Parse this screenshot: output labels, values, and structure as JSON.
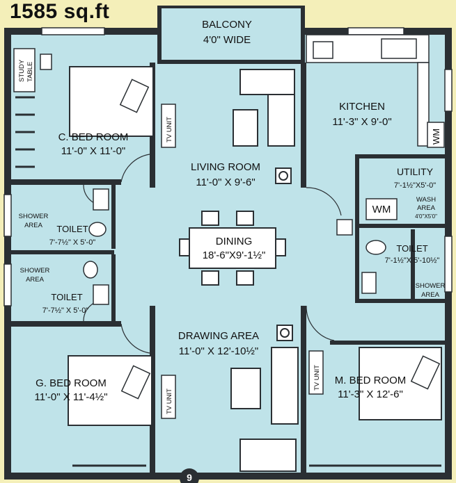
{
  "plan": {
    "area_label": "1585 sq.ft",
    "colors": {
      "floor": "#bfe3e9",
      "wall": "#2a2f33",
      "background": "#f4efb9",
      "furniture": "#ffffff"
    },
    "rooms": {
      "balcony": {
        "name": "BALCONY",
        "size": "4'0\" WIDE"
      },
      "kitchen": {
        "name": "KITCHEN",
        "size": "11'-3\" X 9'-0\""
      },
      "living": {
        "name": "LIVING ROOM",
        "size": "11'-0\" X 9'-6\""
      },
      "c_bed": {
        "name": "C. BED ROOM",
        "size": "11'-0\" X 11'-0\""
      },
      "utility": {
        "name": "UTILITY",
        "size": "7'-1½\"X5'-0\""
      },
      "wash": {
        "name": "WASH",
        "name2": "AREA",
        "size": "4'0\"X5'0\""
      },
      "dining": {
        "name": "DINING",
        "size": "18'-6\"X9'-1½\""
      },
      "toilet_left_upper": {
        "name": "TOILET",
        "size": "7'-7½\" X 5'-0\""
      },
      "toilet_left_lower": {
        "name": "TOILET",
        "size": "7'-7½\" X 5'-0\""
      },
      "shower_left_upper": {
        "name": "SHOWER",
        "name2": "AREA"
      },
      "shower_left_lower": {
        "name": "SHOWER",
        "name2": "AREA"
      },
      "toilet_right": {
        "name": "TOILET",
        "size": "7'-1½\"X 5'-10½\""
      },
      "shower_right": {
        "name": "SHOWER",
        "name2": "AREA"
      },
      "drawing": {
        "name": "DRAWING AREA",
        "size": "11'-0\" X 12'-10½\""
      },
      "g_bed": {
        "name": "G. BED ROOM",
        "size": "11'-0\" X 11'-4½\""
      },
      "m_bed": {
        "name": "M. BED ROOM",
        "size": "11'-3\" X 12'-6\""
      }
    },
    "fixtures": {
      "study_table": {
        "line1": "STUDY",
        "line2": "TABLE"
      },
      "tv_unit": "TV UNIT",
      "wm": "WM",
      "entry_marker": "9"
    }
  }
}
